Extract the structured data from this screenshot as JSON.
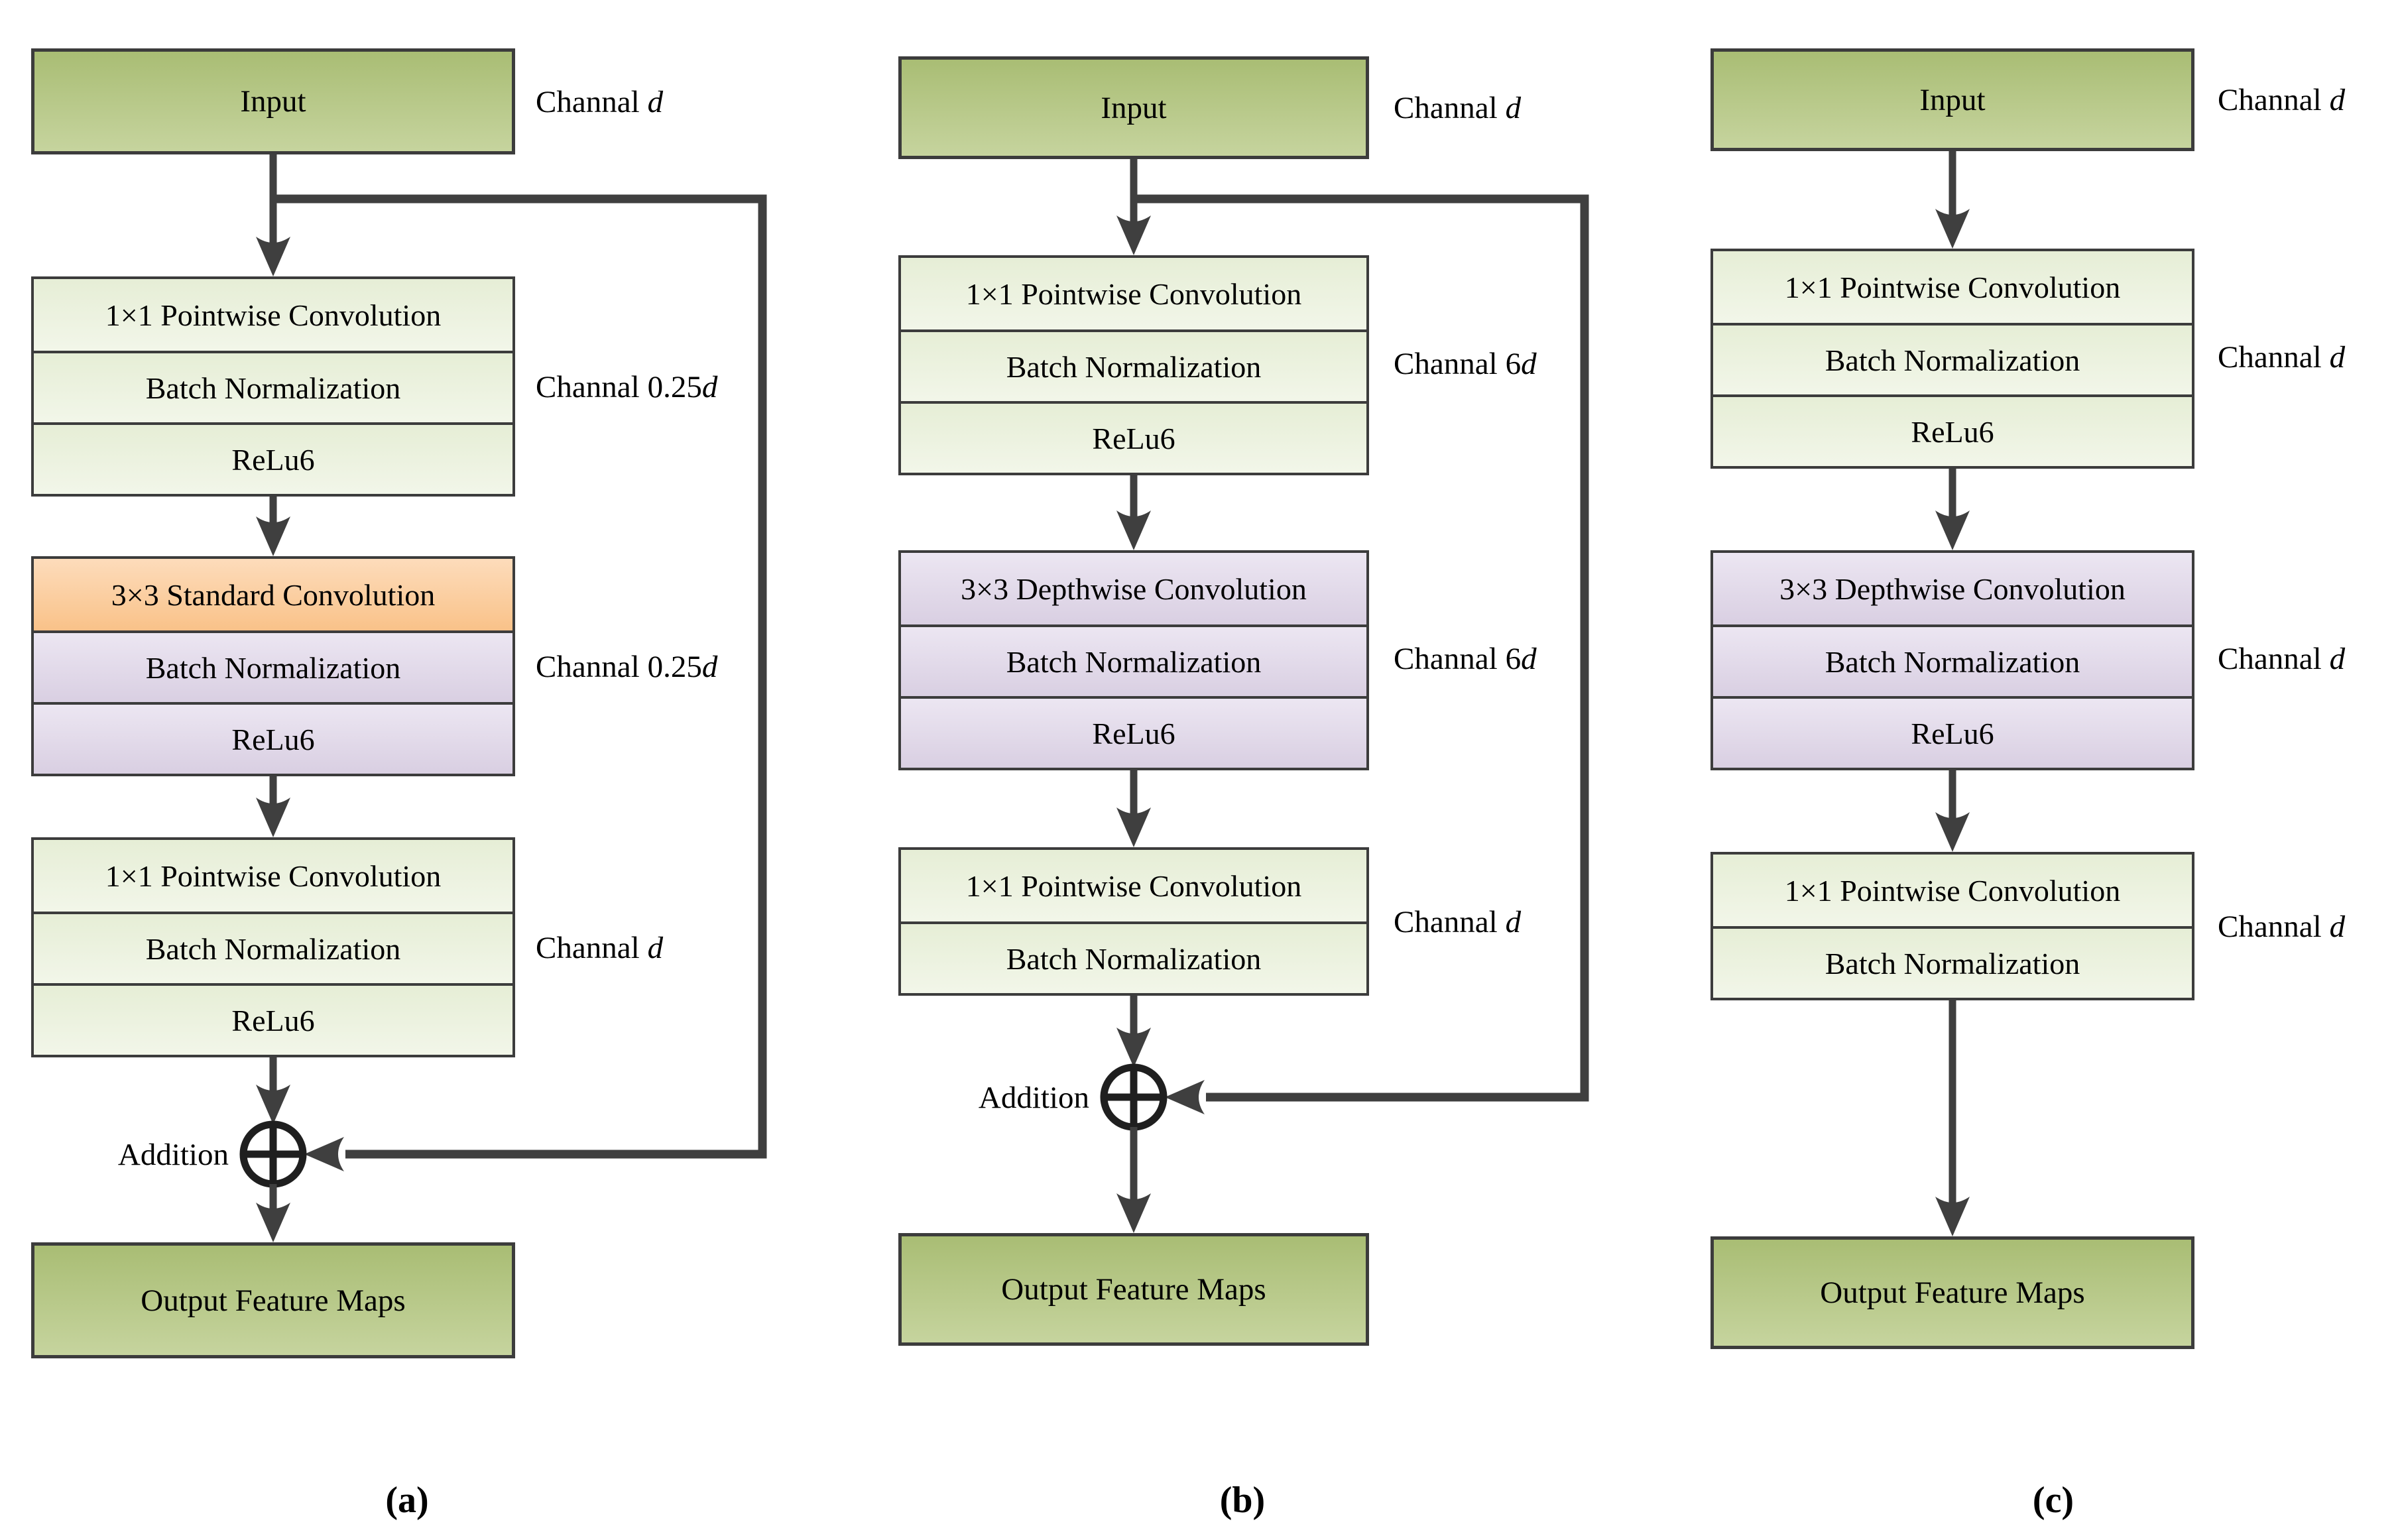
{
  "figure": {
    "columns": [
      {
        "caption": "(a)",
        "input": "Input",
        "output": "Output Feature Maps",
        "addition": "Addition",
        "channels": [
          {
            "prefix": "Channal",
            "coeff": "",
            "var": "d"
          },
          {
            "prefix": "Channal",
            "coeff": "0.25",
            "var": "d"
          },
          {
            "prefix": "Channal",
            "coeff": "0.25",
            "var": "d"
          },
          {
            "prefix": "Channal",
            "coeff": "",
            "var": "d"
          }
        ],
        "stacks": [
          {
            "rows": [
              "1×1 Pointwise Convolution",
              "Batch Normalization",
              "ReLu6"
            ]
          },
          {
            "rows": [
              "3×3 Standard Convolution",
              "Batch Normalization",
              "ReLu6"
            ]
          },
          {
            "rows": [
              "1×1 Pointwise Convolution",
              "Batch Normalization",
              "ReLu6"
            ]
          }
        ]
      },
      {
        "caption": "(b)",
        "input": "Input",
        "output": "Output Feature Maps",
        "addition": "Addition",
        "channels": [
          {
            "prefix": "Channal",
            "coeff": "",
            "var": "d"
          },
          {
            "prefix": "Channal",
            "coeff": "6",
            "var": "d"
          },
          {
            "prefix": "Channal",
            "coeff": "6",
            "var": "d"
          },
          {
            "prefix": "Channal",
            "coeff": "",
            "var": "d"
          }
        ],
        "stacks": [
          {
            "rows": [
              "1×1 Pointwise Convolution",
              "Batch Normalization",
              "ReLu6"
            ]
          },
          {
            "rows": [
              "3×3 Depthwise Convolution",
              "Batch Normalization",
              "ReLu6"
            ]
          },
          {
            "rows": [
              "1×1 Pointwise Convolution",
              "Batch Normalization"
            ]
          }
        ]
      },
      {
        "caption": "(c)",
        "input": "Input",
        "output": "Output Feature Maps",
        "channels": [
          {
            "prefix": "Channal",
            "coeff": "",
            "var": "d"
          },
          {
            "prefix": "Channal",
            "coeff": "",
            "var": "d"
          },
          {
            "prefix": "Channal",
            "coeff": "",
            "var": "d"
          },
          {
            "prefix": "Channal",
            "coeff": "",
            "var": "d"
          }
        ],
        "stacks": [
          {
            "rows": [
              "1×1 Pointwise Convolution",
              "Batch Normalization",
              "ReLu6"
            ]
          },
          {
            "rows": [
              "3×3 Depthwise Convolution",
              "Batch Normalization",
              "ReLu6"
            ]
          },
          {
            "rows": [
              "1×1 Pointwise Convolution",
              "Batch Normalization"
            ]
          }
        ]
      }
    ]
  },
  "colors": {
    "box-green-top": "#a9bd74",
    "box-green-bottom": "#c6d49e",
    "row-green-top": "#e6eed6",
    "row-green-bottom": "#f2f6e9",
    "row-orange-top": "#fddcbb",
    "row-orange-bottom": "#f9c289",
    "row-purple-top": "#ece6f2",
    "row-purple-bottom": "#d9cfe2",
    "line": "#3f3f3f",
    "border": "#3c3c3c",
    "addition": "#1f1f1f",
    "text": "#000000",
    "background": "#ffffff"
  }
}
